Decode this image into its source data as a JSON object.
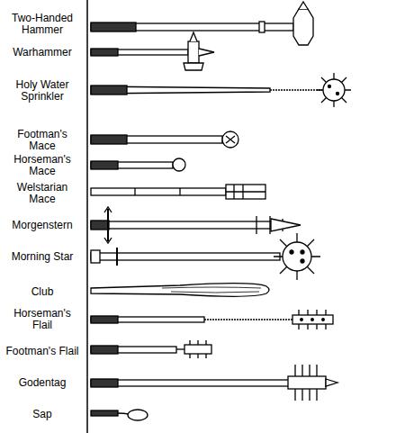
{
  "diagram": {
    "labels": [
      "Two-Handed Hammer",
      "Warhammer",
      "Holy Water Sprinkler",
      "Footman's Mace",
      "Horseman's Mace",
      "Welstarian Mace",
      "Morgenstern",
      "Morning Star",
      "Club",
      "Horseman's Flail",
      "Footman's Flail",
      "Godentag",
      "Sap"
    ]
  }
}
